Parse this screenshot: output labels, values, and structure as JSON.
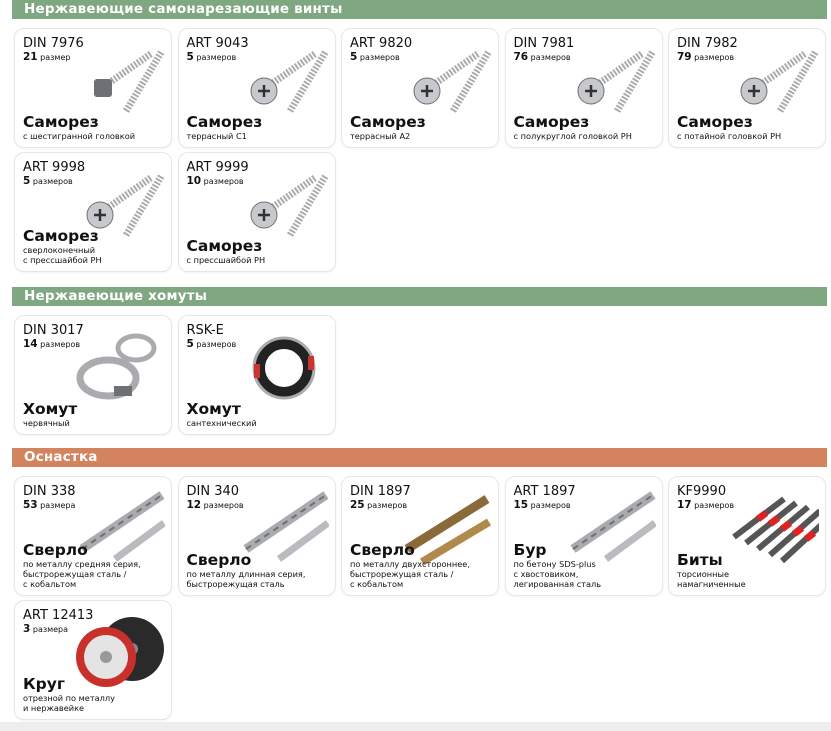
{
  "colors": {
    "green": "#7fa781",
    "orange": "#d4835f"
  },
  "sections": [
    {
      "title": "Нержавеющие самонарезающие винты",
      "items": [
        {
          "code": "DIN 7976",
          "count": "21",
          "unit": "размер",
          "title": "Саморез",
          "subtitle": "с шестигранной головкой",
          "icon": "hex-screw"
        },
        {
          "code": "ART 9043",
          "count": "5",
          "unit": "размеров",
          "title": "Саморез",
          "subtitle": "террасный С1",
          "icon": "terrace-screw"
        },
        {
          "code": "ART 9820",
          "count": "5",
          "unit": "размеров",
          "title": "Саморез",
          "subtitle": "террасный А2",
          "icon": "terrace-screw"
        },
        {
          "code": "DIN 7981",
          "count": "76",
          "unit": "размеров",
          "title": "Саморез",
          "subtitle": "с полукруглой головкой PH",
          "icon": "pan-screw"
        },
        {
          "code": "DIN 7982",
          "count": "79",
          "unit": "размеров",
          "title": "Саморез",
          "subtitle": "с потайной головкой PH",
          "icon": "countersunk-screw"
        },
        {
          "code": "ART 9998",
          "count": "5",
          "unit": "размеров",
          "title": "Саморез",
          "subtitle": "сверлоконечный\nс прессшайбой PH",
          "icon": "drill-screw"
        },
        {
          "code": "ART 9999",
          "count": "10",
          "unit": "размеров",
          "title": "Саморез",
          "subtitle": "с прессшайбой PH",
          "icon": "washer-screw"
        }
      ]
    },
    {
      "title": "Нержавеющие хомуты",
      "items": [
        {
          "code": "DIN 3017",
          "count": "14",
          "unit": "размеров",
          "title": "Хомут",
          "subtitle": "червячный",
          "icon": "worm-clamp"
        },
        {
          "code": "RSK-E",
          "count": "5",
          "unit": "размеров",
          "title": "Хомут",
          "subtitle": "сантехнический",
          "icon": "pipe-clamp"
        }
      ]
    },
    {
      "title": "Оснастка",
      "items": [
        {
          "code": "DIN 338",
          "count": "53",
          "unit": "размера",
          "title": "Сверло",
          "subtitle": "по металлу средняя серия,\nбыстрорежущая сталь /\nс кобальтом",
          "icon": "drill-bit"
        },
        {
          "code": "DIN 340",
          "count": "12",
          "unit": "размеров",
          "title": "Сверло",
          "subtitle": "по металлу длинная серия,\nбыстрорежущая сталь",
          "icon": "drill-bit"
        },
        {
          "code": "DIN 1897",
          "count": "25",
          "unit": "размеров",
          "title": "Сверло",
          "subtitle": "по металлу двухстороннее,\nбыстрорежущая сталь /\nс кобальтом",
          "icon": "gold-drill-bit"
        },
        {
          "code": "ART 1897",
          "count": "15",
          "unit": "размеров",
          "title": "Бур",
          "subtitle": "по бетону SDS-plus\nс хвостовиком,\nлегированная сталь",
          "icon": "sds-drill"
        },
        {
          "code": "KF9990",
          "count": "17",
          "unit": "размеров",
          "title": "Биты",
          "subtitle": "торсионные\nнамагниченные",
          "icon": "screwdriver-bits"
        },
        {
          "code": "ART 12413",
          "count": "3",
          "unit": "размера",
          "title": "Круг",
          "subtitle": "отрезной по металлу\nи нержавейке",
          "icon": "cutting-disc"
        }
      ]
    }
  ]
}
